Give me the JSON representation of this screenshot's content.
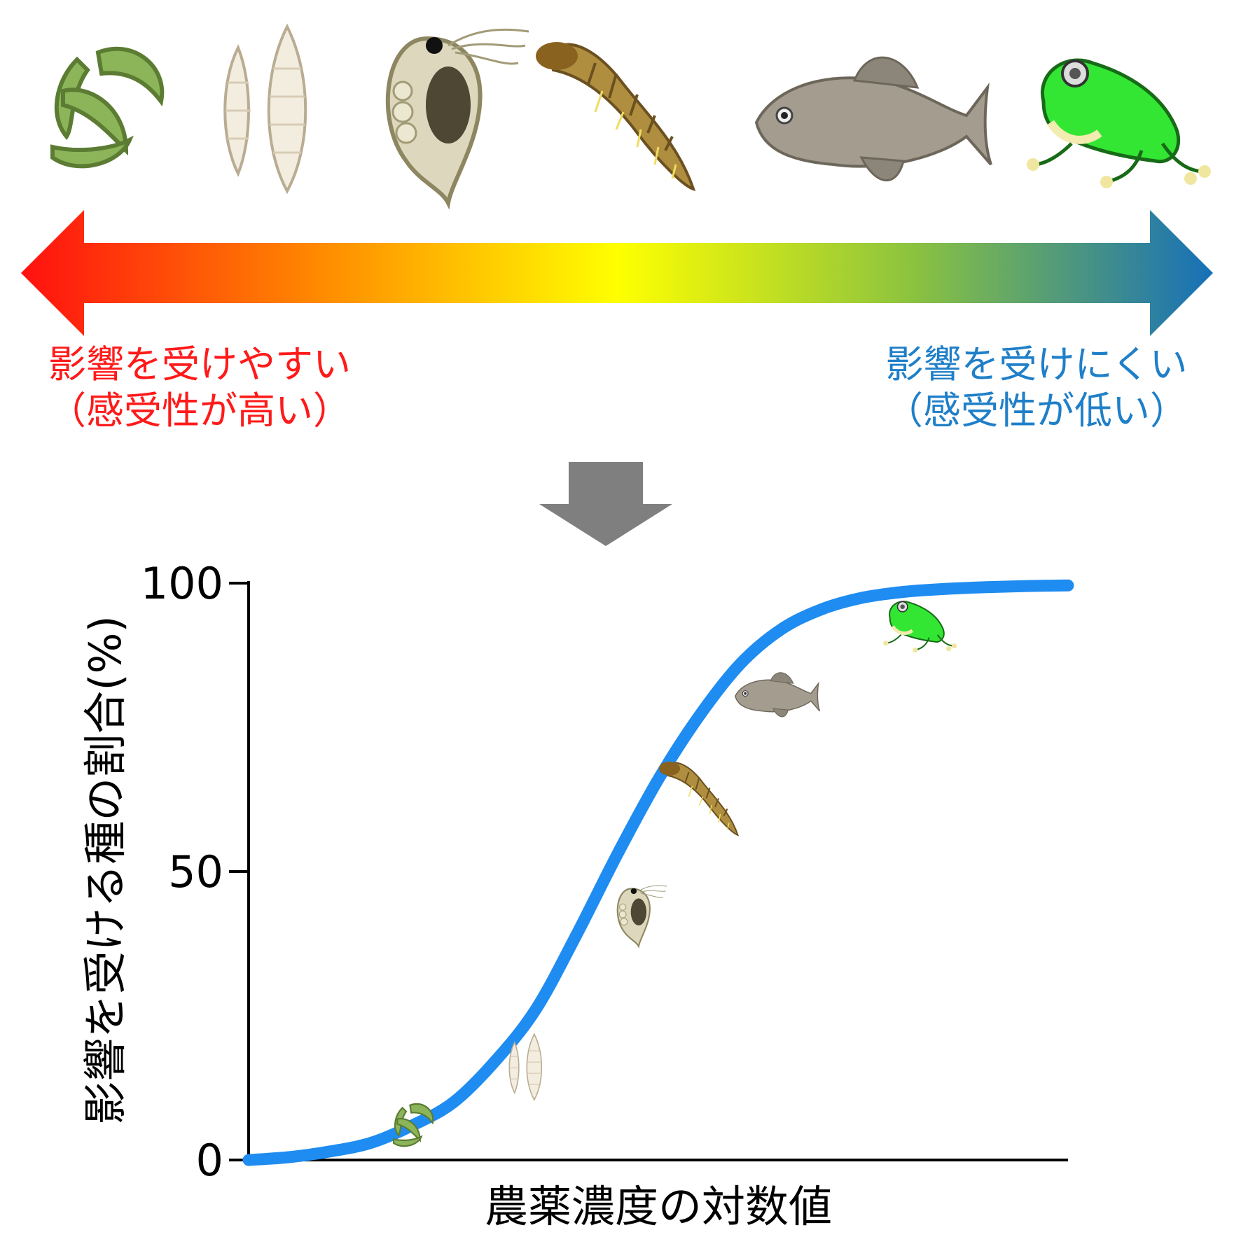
{
  "legend": {
    "left_line1": "影響を受けやすい",
    "left_line2": "（感受性が高い）",
    "right_line1": "影響を受けにくい",
    "right_line2": "（感受性が低い）"
  },
  "colors": {
    "high_sensitivity": "#ff1a1a",
    "low_sensitivity": "#1f7fc8",
    "curve": "#1e8cf0",
    "down_arrow": "#7f7f7f"
  },
  "organisms": [
    "algae-icon",
    "diatom-icon",
    "daphnia-icon",
    "insect-larva-icon",
    "fish-icon",
    "frog-icon"
  ],
  "chart_data": {
    "type": "line",
    "title": "",
    "xlabel": "農薬濃度の対数値",
    "ylabel": "影響を受ける種の割合(%)",
    "ylim": [
      0,
      100
    ],
    "yticks": [
      "0",
      "50",
      "100"
    ],
    "xlim": [
      0,
      10
    ],
    "series": [
      {
        "x": [
          0,
          0.5,
          1,
          1.5,
          2,
          2.5,
          3,
          3.5,
          4,
          4.5,
          5,
          5.5,
          6,
          6.5,
          7,
          7.5,
          8,
          8.5,
          9,
          9.5,
          10
        ],
        "values": [
          0,
          0.5,
          1.5,
          3,
          6,
          10,
          17,
          26,
          39,
          53,
          66,
          77,
          86,
          92,
          95.5,
          97.5,
          98.5,
          99,
          99.3,
          99.5,
          99.6
        ]
      }
    ],
    "markers": [
      {
        "icon": "algae-icon",
        "x": 2.0,
        "y": 6
      },
      {
        "icon": "diatom-icon",
        "x": 3.4,
        "y": 16
      },
      {
        "icon": "daphnia-icon",
        "x": 4.7,
        "y": 43
      },
      {
        "icon": "insect-larva-icon",
        "x": 5.5,
        "y": 63
      },
      {
        "icon": "fish-icon",
        "x": 6.4,
        "y": 80
      },
      {
        "icon": "frog-icon",
        "x": 8.1,
        "y": 93
      }
    ]
  }
}
